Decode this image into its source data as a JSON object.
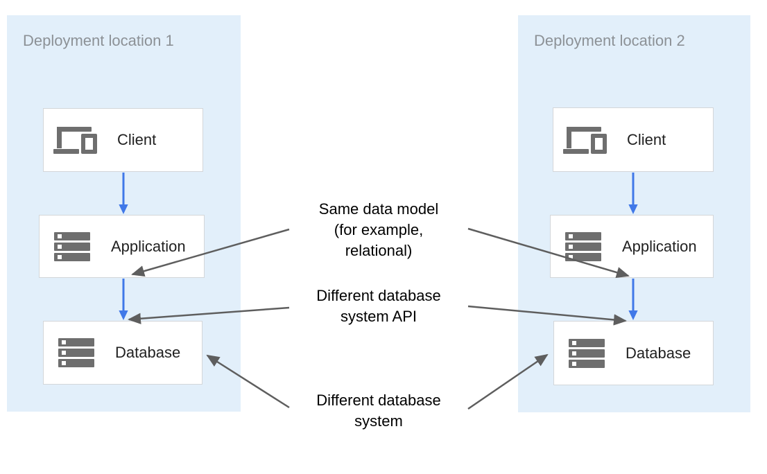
{
  "colors": {
    "panel_bg": "#E2EFFA",
    "box_bg": "#FFFFFF",
    "box_border": "#D3D6D9",
    "blue_arrow": "#4078E8",
    "gray_arrow": "#5E5E5E",
    "icon_gray": "#6E6E6E",
    "title_text": "#8C9196",
    "label_text": "#212121",
    "annotation_text": "#000000"
  },
  "panels": [
    {
      "title": "Deployment location 1",
      "nodes": [
        {
          "label": "Client",
          "icon": "devices-icon"
        },
        {
          "label": "Application",
          "icon": "server-stack-icon"
        },
        {
          "label": "Database",
          "icon": "server-stack-icon"
        }
      ]
    },
    {
      "title": "Deployment location 2",
      "nodes": [
        {
          "label": "Client",
          "icon": "devices-icon"
        },
        {
          "label": "Application",
          "icon": "server-stack-icon"
        },
        {
          "label": "Database",
          "icon": "server-stack-icon"
        }
      ]
    }
  ],
  "annotations": [
    {
      "lines": [
        "Same data model",
        "(for example,",
        "relational)"
      ]
    },
    {
      "lines": [
        "Different database",
        "system API"
      ]
    },
    {
      "lines": [
        "Different database",
        "system"
      ]
    }
  ]
}
